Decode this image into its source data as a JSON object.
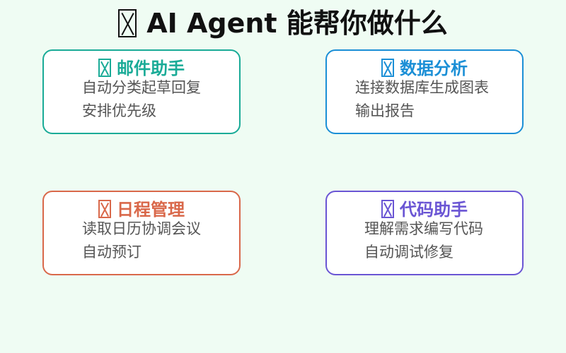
{
  "title": {
    "icon": "missing-glyph-box",
    "text": "AI Agent 能帮你做什么"
  },
  "cards": [
    {
      "icon": "missing-glyph-box",
      "title": "邮件助手",
      "line1": "自动分类起草回复",
      "line2": "安排优先级",
      "accent": "#1aab97"
    },
    {
      "icon": "missing-glyph-box",
      "title": "数据分析",
      "line1": "连接数据库生成图表",
      "line2": "输出报告",
      "accent": "#1b8fd6"
    },
    {
      "icon": "missing-glyph-box",
      "title": "日程管理",
      "line1": "读取日历协调会议",
      "line2": "自动预订",
      "accent": "#d9684a"
    },
    {
      "icon": "missing-glyph-box",
      "title": "代码助手",
      "line1": "理解需求编写代码",
      "line2": "自动调试修复",
      "accent": "#6a55d4"
    }
  ]
}
